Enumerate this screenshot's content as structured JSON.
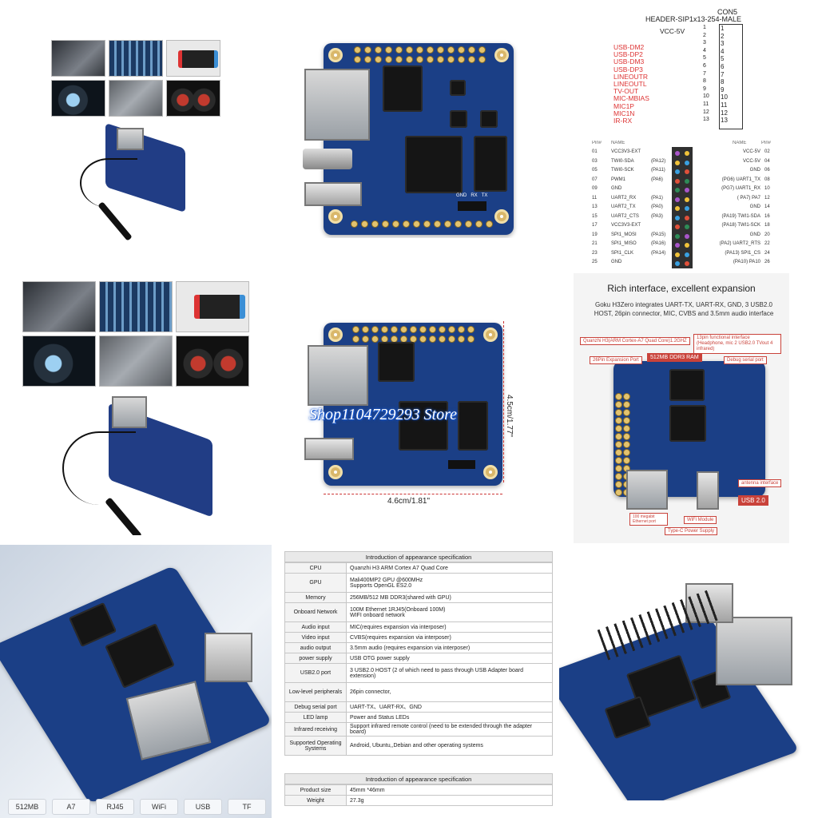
{
  "top_grid": {
    "watermark": "Shop1104729293 Store",
    "dim_height": "4.5cm/1.77\"",
    "dim_width": "4.6cm/1.81\"",
    "silk_labels": [
      "GND",
      "RX",
      "TX"
    ]
  },
  "schematic": {
    "connector_name": "CON5",
    "header_part": "HEADER-SIP1x13-254-MALE",
    "vcc_label": "VCC-5V",
    "signals": [
      "USB-DM2",
      "USB-DP2",
      "USB-DM3",
      "USB-DP3",
      "LINEOUTR",
      "LINEOUTL",
      "TV-OUT",
      "MIC-MBIAS",
      "MIC1P",
      "MIC1N",
      "IR-RX"
    ],
    "pin_numbers": [
      "1",
      "2",
      "3",
      "4",
      "5",
      "6",
      "7",
      "8",
      "9",
      "10",
      "11",
      "12",
      "13"
    ]
  },
  "pinout": {
    "head_left": "Pin#",
    "head_name": "NAME",
    "rows": [
      [
        "01",
        "VCC3V3-EXT",
        "",
        "VCC-5V",
        "02"
      ],
      [
        "03",
        "TWI0-SDA",
        "(PA12)",
        "VCC-5V",
        "04"
      ],
      [
        "05",
        "TWI0-SCK",
        "(PA11)",
        "GND",
        "06"
      ],
      [
        "07",
        "PWM1",
        "(PA6)",
        "(PG6) UART1_TX",
        "08"
      ],
      [
        "09",
        "GND",
        "",
        "(PG7) UART1_RX",
        "10"
      ],
      [
        "11",
        "UART2_RX",
        "(PA1)",
        "( PA7) PA7",
        "12"
      ],
      [
        "13",
        "UART2_TX",
        "(PA0)",
        "GND",
        "14"
      ],
      [
        "15",
        "UART2_CTS",
        "(PA3)",
        "(PA19) TWI1-SDA",
        "16"
      ],
      [
        "17",
        "VCC3V3-EXT",
        "",
        "(PA18) TWI1-SCK",
        "18"
      ],
      [
        "19",
        "SPI1_MOSI",
        "(PA15)",
        "GND",
        "20"
      ],
      [
        "21",
        "SPI1_MISO",
        "(PA16)",
        "(PA2) UART2_RTS",
        "22"
      ],
      [
        "23",
        "SPI1_CLK",
        "(PA14)",
        "(PA13) SPI1_CS",
        "24"
      ],
      [
        "25",
        "GND",
        "",
        "(PA10) PA10",
        "26"
      ]
    ]
  },
  "interface": {
    "title": "Rich interface, excellent expansion",
    "desc": "Goku H3Zero integrates UART-TX, UART-RX, GND, 3 USB2.0 HOST, 26pin connector, MIC, CVBS and 3.5mm audio interface",
    "tags": {
      "cpu": "Quanzhi H3(ARM Cortex-A7 Quad Core)1.2GHZ",
      "functional": "13pin functional interface (Headphone, mic 2 USB2.0 TVout 4 infrared)",
      "expansion": "26Pin Expansion Port",
      "ram": "512MB DDR3 RAM",
      "debug": "Debug serial port",
      "antenna": "antenna interface",
      "usb": "USB 2.0",
      "ethernet": "100 megabit Ethernet port",
      "wifi": "WiFi Module",
      "power": "Type-C Power Supply"
    }
  },
  "features": [
    "512MB",
    "A7",
    "RJ45",
    "WiFi",
    "USB",
    "TF"
  ],
  "spec": {
    "title": "Introduction of appearance specification",
    "title2": "Introduction of appearance specification",
    "rows": [
      [
        "CPU",
        "Quanzhi H3 ARM Cortex A7 Quad Core"
      ],
      [
        "GPU",
        "Mali400MP2 GPU @600MHz\nSupports OpenGL ES2.0"
      ],
      [
        "Memory",
        "256MB/512 MB DDR3(shared with GPU)"
      ],
      [
        "Onboard Network",
        "100M Ethernet 1RJ45(Onboard 100M)\nWIFI onboard network"
      ],
      [
        "Audio input",
        "MIC(requires expansion via interposer)"
      ],
      [
        "Video input",
        "CVBS(requires expansion via interposer)"
      ],
      [
        "audio output",
        "3.5mm audio (requires expansion via interposer)"
      ],
      [
        "power supply",
        "USB OTG power supply"
      ],
      [
        "USB2.0 port",
        "3 USB2.0 HOST (2 of which need to pass through USB Adapter board extension)"
      ],
      [
        "Low-level peripherals",
        "26pin connector,"
      ],
      [
        "Debug serial port",
        "UART-TX、UART-RX、GND"
      ],
      [
        "LED lamp",
        "Power and Status LEDs"
      ],
      [
        "Infrared receiving",
        "Support infrared remote control (need to be extended through the adapter board)"
      ],
      [
        "Supported Operating Systems",
        "Android, Ubuntu,,Debian and other operating systems"
      ]
    ],
    "rows2": [
      [
        "Product size",
        "45mm *46mm"
      ],
      [
        "Weight",
        "27.3g"
      ]
    ]
  }
}
